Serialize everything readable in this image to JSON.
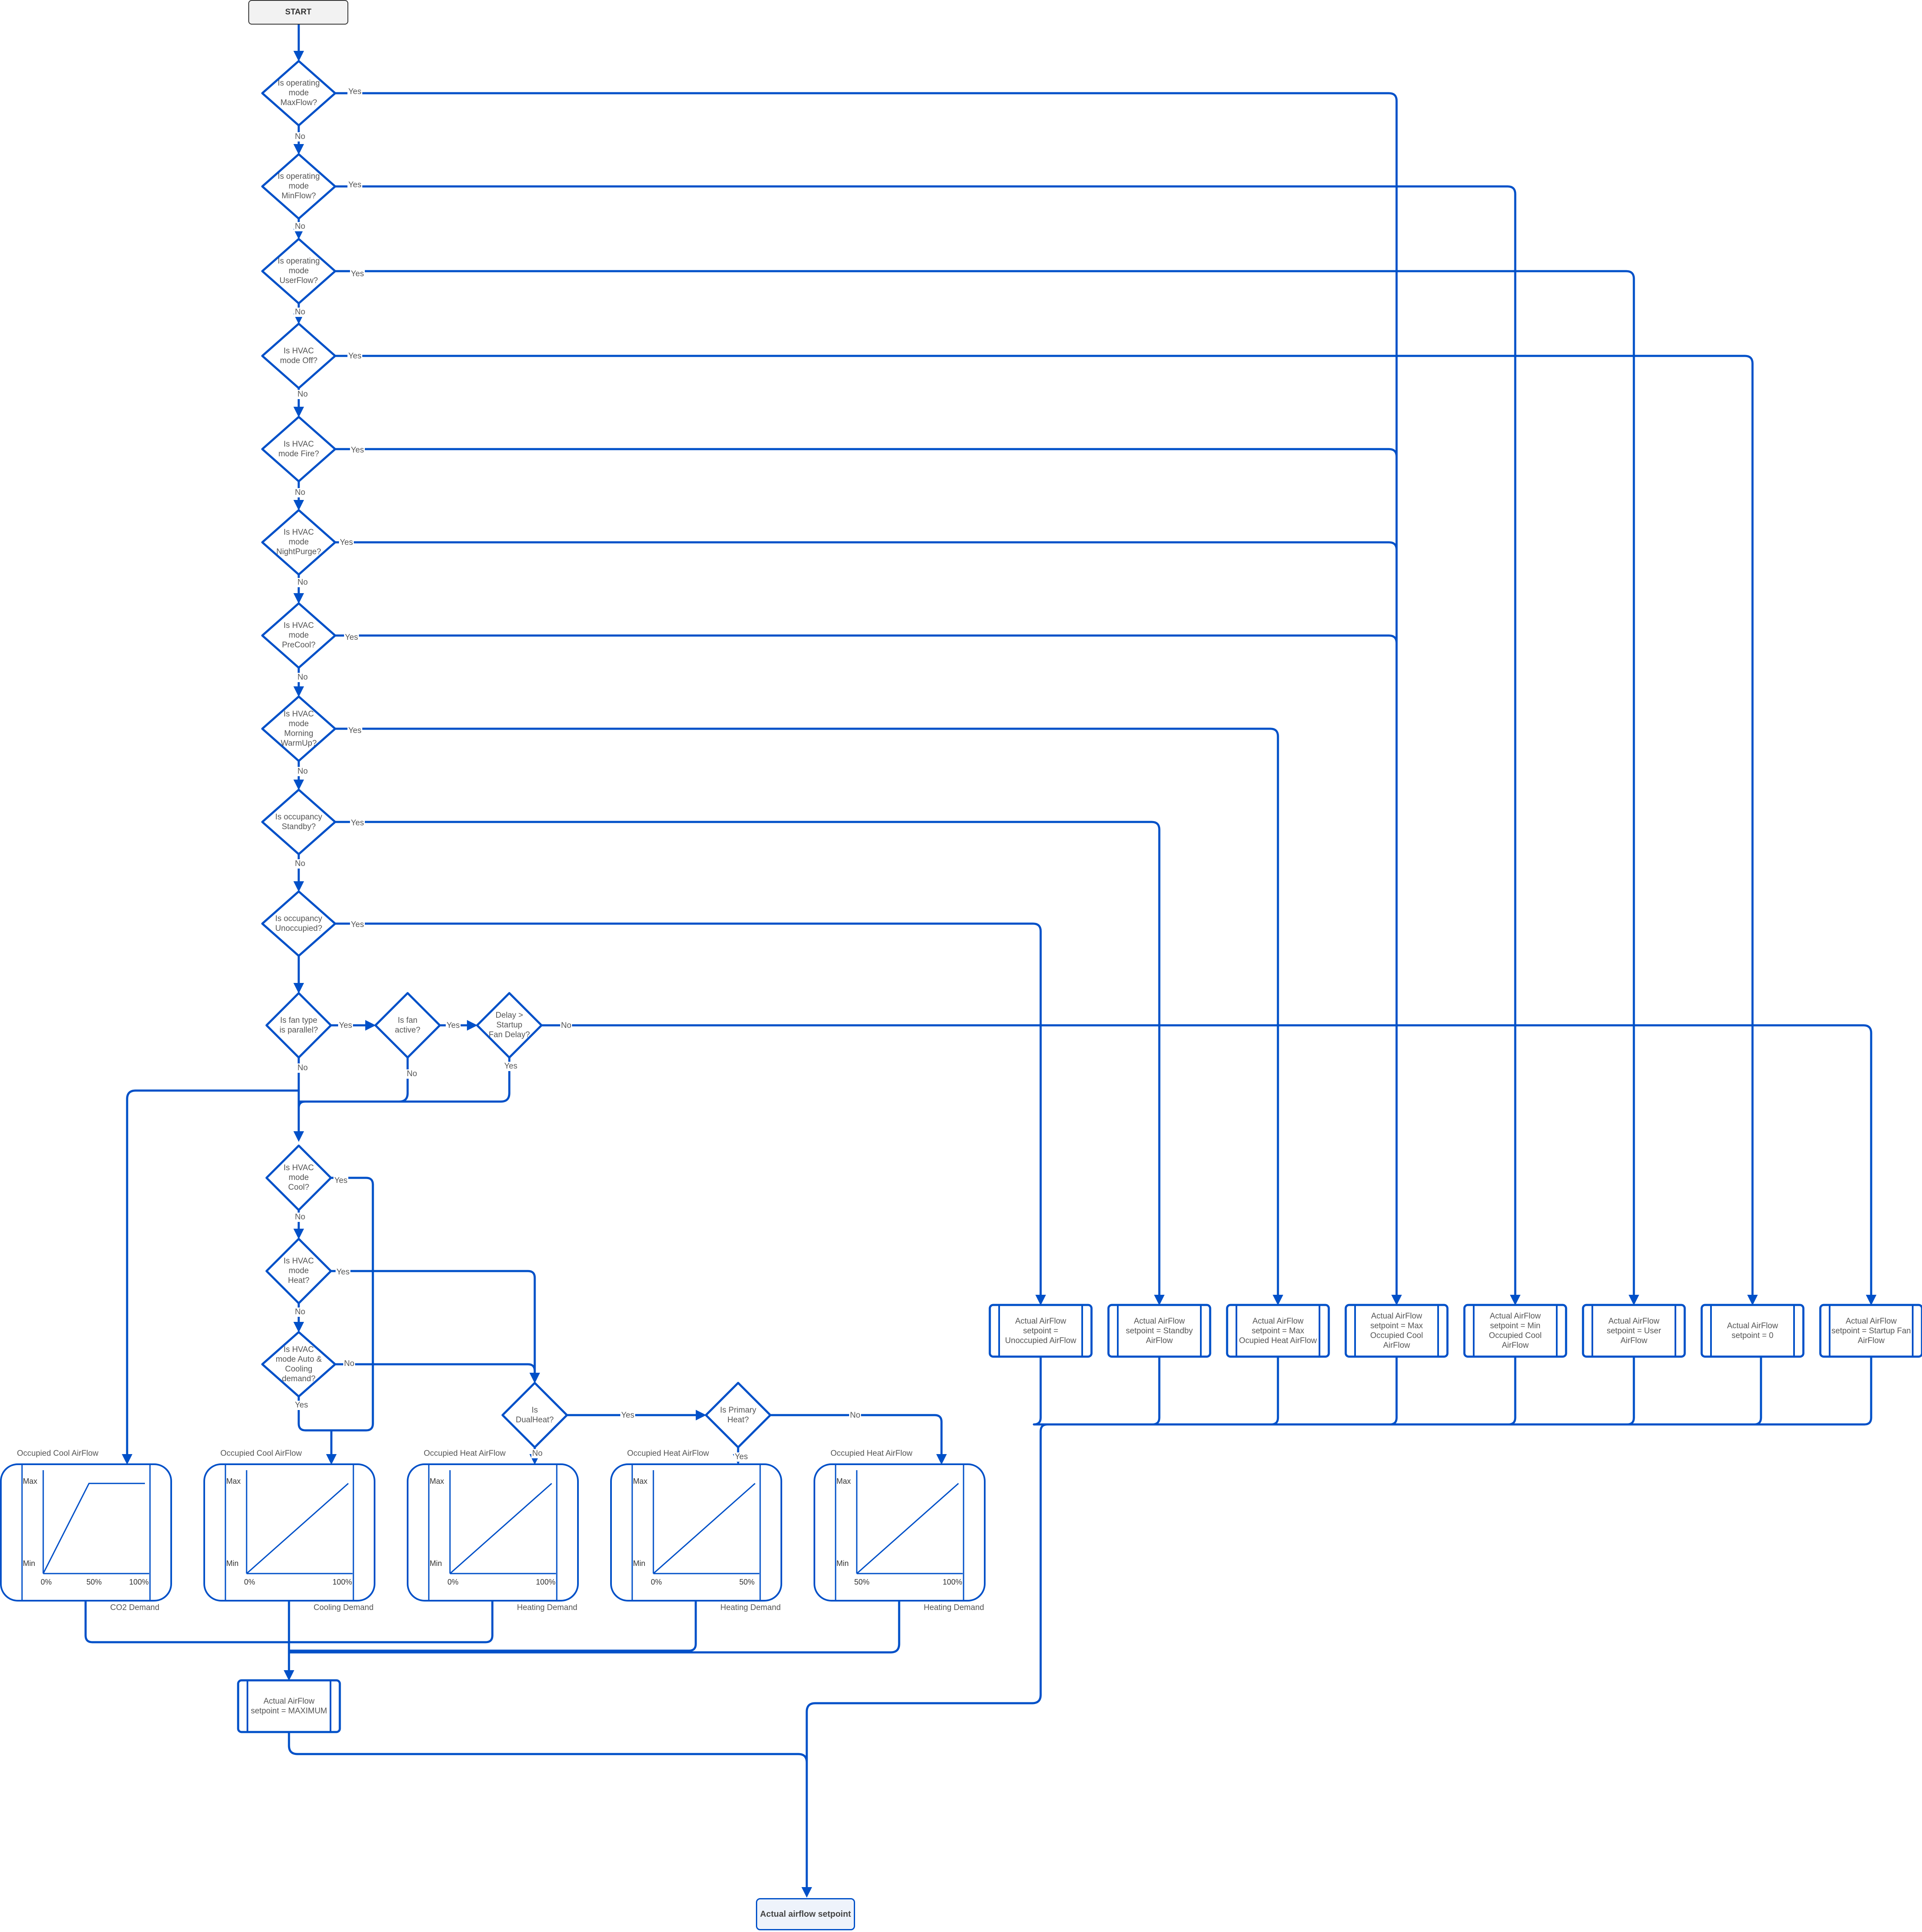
{
  "start": "START",
  "end": "Actual airflow setpoint",
  "yes": "Yes",
  "no": "No",
  "decisions": [
    {
      "id": "d1",
      "label": "Is operating mode MaxFlow?"
    },
    {
      "id": "d2",
      "label": "Is operating mode MinFlow?"
    },
    {
      "id": "d3",
      "label": "Is operating mode UserFlow?"
    },
    {
      "id": "d4",
      "label": "Is HVAC mode Off?"
    },
    {
      "id": "d5",
      "label": "Is HVAC mode Fire?"
    },
    {
      "id": "d6",
      "label": "Is HVAC mode NightPurge?"
    },
    {
      "id": "d7",
      "label": "Is HVAC mode PreCool?"
    },
    {
      "id": "d8",
      "label": "Is HVAC mode Morning WarmUp?"
    },
    {
      "id": "d9",
      "label": "Is occupancy Standby?"
    },
    {
      "id": "d10",
      "label": "Is occupancy Unoccupied?"
    },
    {
      "id": "d11",
      "label": "Is fan type is parallel?"
    },
    {
      "id": "d12",
      "label": "Is fan active?"
    },
    {
      "id": "d13",
      "label": "Delay > Startup Fan Delay?"
    },
    {
      "id": "d14",
      "label": "Is HVAC mode Cool?"
    },
    {
      "id": "d15",
      "label": "Is HVAC mode Heat?"
    },
    {
      "id": "d16",
      "label": "Is HVAC mode Auto & Cooling demand?"
    },
    {
      "id": "d17",
      "label": "Is DualHeat?"
    },
    {
      "id": "d18",
      "label": "Is Primary Heat?"
    }
  ],
  "processes": [
    {
      "id": "p1",
      "label": "Actual AirFlow setpoint = Unoccupied AirFlow"
    },
    {
      "id": "p2",
      "label": "Actual AirFlow setpoint = Standby AirFlow"
    },
    {
      "id": "p3",
      "label": "Actual AirFlow setpoint = Max Ocupied Heat AirFlow"
    },
    {
      "id": "p4",
      "label": "Actual AirFlow setpoint = Max Occupied Cool AirFlow"
    },
    {
      "id": "p5",
      "label": "Actual AirFlow setpoint = Min Occupied Cool AirFlow"
    },
    {
      "id": "p6",
      "label": "Actual AirFlow setpoint = User AirFlow"
    },
    {
      "id": "p7",
      "label": "Actual AirFlow setpoint = 0"
    },
    {
      "id": "p8",
      "label": "Actual AirFlow setpoint = Startup Fan AirFlow"
    },
    {
      "id": "p9",
      "label": "Actual AirFlow setpoint = MAXIMUM"
    }
  ],
  "graphs": [
    {
      "id": "g1",
      "title": "Occupied Cool AirFlow",
      "ymax": "Max",
      "ymin": "Min",
      "ticks": [
        "0%",
        "50%",
        "100%"
      ],
      "xlabel": "CO2 Demand"
    },
    {
      "id": "g2",
      "title": "Occupied Cool AirFlow",
      "ymax": "Max",
      "ymin": "Min",
      "ticks": [
        "0%",
        "100%"
      ],
      "xlabel": "Cooling Demand"
    },
    {
      "id": "g3",
      "title": "Occupied Heat AirFlow",
      "ymax": "Max",
      "ymin": "Min",
      "ticks": [
        "0%",
        "100%"
      ],
      "xlabel": "Heating Demand"
    },
    {
      "id": "g4",
      "title": "Occupied Heat AirFlow",
      "ymax": "Max",
      "ymin": "Min",
      "ticks": [
        "0%",
        "50%"
      ],
      "xlabel": "Heating Demand"
    },
    {
      "id": "g5",
      "title": "Occupied Heat AirFlow",
      "ymax": "Max",
      "ymin": "Min",
      "ticks": [
        "50%",
        "100%"
      ],
      "xlabel": "Heating Demand"
    }
  ],
  "colors": {
    "line": "#0050c8",
    "text": "#555555",
    "box_fill": "#ffffff",
    "start_fill": "#f2f2f2"
  }
}
